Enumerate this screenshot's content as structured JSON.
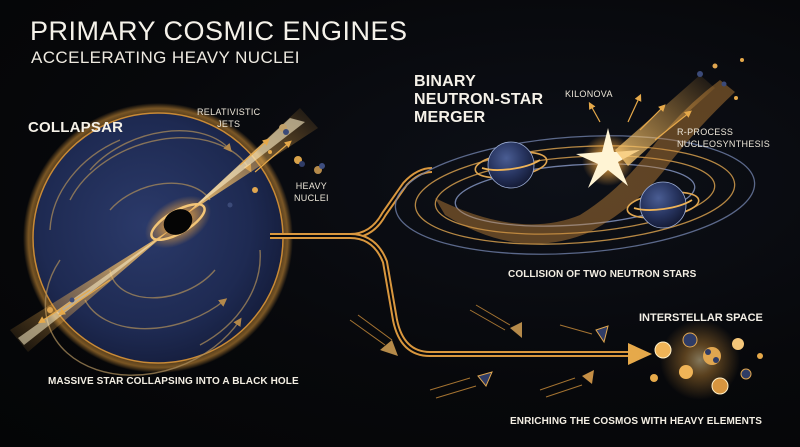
{
  "header": {
    "title": "PRIMARY COSMIC ENGINES",
    "subtitle": "ACCELERATING HEAVY NUCLEI"
  },
  "collapsar": {
    "title": "COLLAPSAR",
    "jets_label_line1": "RELATIVISTIC",
    "jets_label_line2": "JETS",
    "nuclei_label_line1": "HEAVY",
    "nuclei_label_line2": "NUCLEI",
    "caption": "MASSIVE STAR COLLAPSING INTO A BLACK HOLE"
  },
  "merger": {
    "title_line1": "BINARY",
    "title_line2": "NEUTRON-STAR",
    "title_line3": "MERGER",
    "kilonova_label": "KILONOVA",
    "rprocess_line1": "R-PROCESS",
    "rprocess_line2": "NUCLEOSYNTHESIS",
    "caption": "COLLISION OF TWO NEUTRON STARS"
  },
  "outcome": {
    "title": "INTERSTELLAR SPACE",
    "caption": "ENRICHING THE COSMOS WITH HEAVY ELEMENTS"
  },
  "colors": {
    "gold": "#e6a94a",
    "navy": "#22305a",
    "background": "#07080b"
  }
}
